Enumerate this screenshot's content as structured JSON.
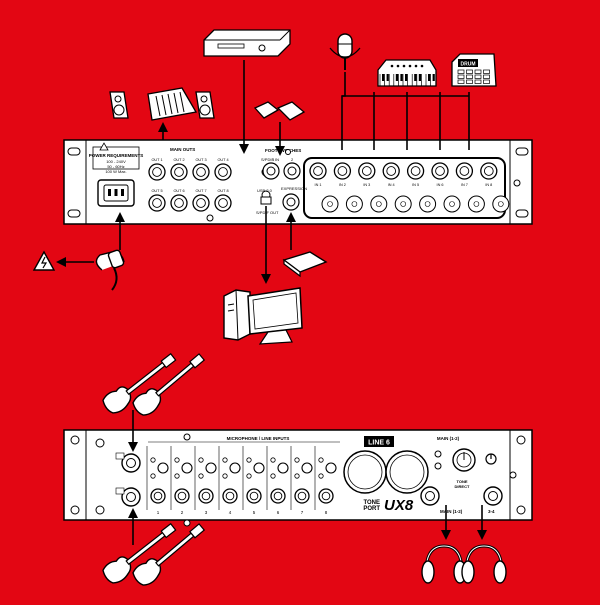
{
  "colors": {
    "background": "#e30613",
    "device": "#ffffff",
    "line": "#000000"
  },
  "rear_panel": {
    "main_outs_label": "MAIN OUTS",
    "out_labels": [
      "OUT 1",
      "OUT 2",
      "OUT 3",
      "OUT 4",
      "OUT 5",
      "OUT 6",
      "OUT 7",
      "OUT 8"
    ],
    "footswitches_label": "FOOTSWITCHES",
    "footswitch_numbers": [
      "1",
      "2"
    ],
    "spdif_in_label": "S/PDIF IN",
    "spdif_out_label": "S/PDIF OUT",
    "usb_label": "USB 2.0",
    "expression_label": "EXPRESSION",
    "in_labels": [
      "IN 1",
      "IN 2",
      "IN 3",
      "IN 4",
      "IN 5",
      "IN 6",
      "IN 7",
      "IN 8"
    ],
    "power_label": "POWER REQUIREMENTS",
    "power_lines": [
      "100 - 240V",
      "50 - 60Hz",
      "100 W Max."
    ]
  },
  "front_panel": {
    "inputs_label": "MICROPHONE / LINE INPUTS",
    "channel_numbers": [
      "1",
      "2",
      "3",
      "4",
      "5",
      "6",
      "7",
      "8"
    ],
    "brand_logo": "LINE 6",
    "tone_port": [
      "TONE",
      "PORT"
    ],
    "model": "UX8",
    "main_label": "MAIN (1-2)",
    "tone_direct": [
      "TONE",
      "DIRECT"
    ],
    "phones_labels": [
      "MAIN (1-2)",
      "3-4"
    ]
  },
  "peripherals": {
    "drum_label": "DRUM"
  },
  "icons": [
    "speaker-icon",
    "mixer-icon",
    "cd-player-icon",
    "footswitch-icon",
    "microphone-icon",
    "synthesizer-icon",
    "drum-machine-icon",
    "computer-icon",
    "expression-pedal-icon",
    "power-plug-icon",
    "electric-hazard-icon",
    "electric-guitar-icon",
    "headphones-icon"
  ]
}
